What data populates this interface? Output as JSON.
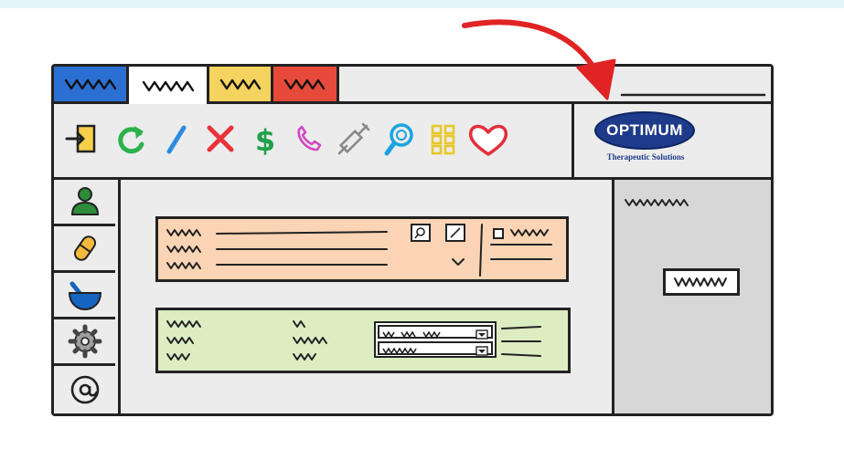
{
  "logo": {
    "name": "OPTIMUM",
    "tagline": "Therapeutic Solutions"
  },
  "colors": {
    "tab_blue": "#2a6fd1",
    "tab_white": "#ffffff",
    "tab_yellow": "#f4d35e",
    "tab_red": "#e74a3b",
    "card_orange": "#fad4b4",
    "card_green": "#dcedc2",
    "arrow": "#e02424",
    "logo_blue": "#1e3a8a"
  },
  "tabs": [
    {
      "icon": "scribble-icon",
      "color": "blue"
    },
    {
      "icon": "scribble-icon",
      "color": "white"
    },
    {
      "icon": "scribble-icon",
      "color": "yellow"
    },
    {
      "icon": "scribble-icon",
      "color": "red"
    }
  ],
  "toolbar": [
    "login-icon",
    "refresh-icon",
    "pencil-icon",
    "close-icon",
    "dollar-icon",
    "phone-icon",
    "syringe-icon",
    "search-icon",
    "grid-icon",
    "heart-icon"
  ],
  "sidebar": [
    "user-icon",
    "pill-icon",
    "mortar-pestle-icon",
    "gear-icon",
    "at-icon"
  ]
}
